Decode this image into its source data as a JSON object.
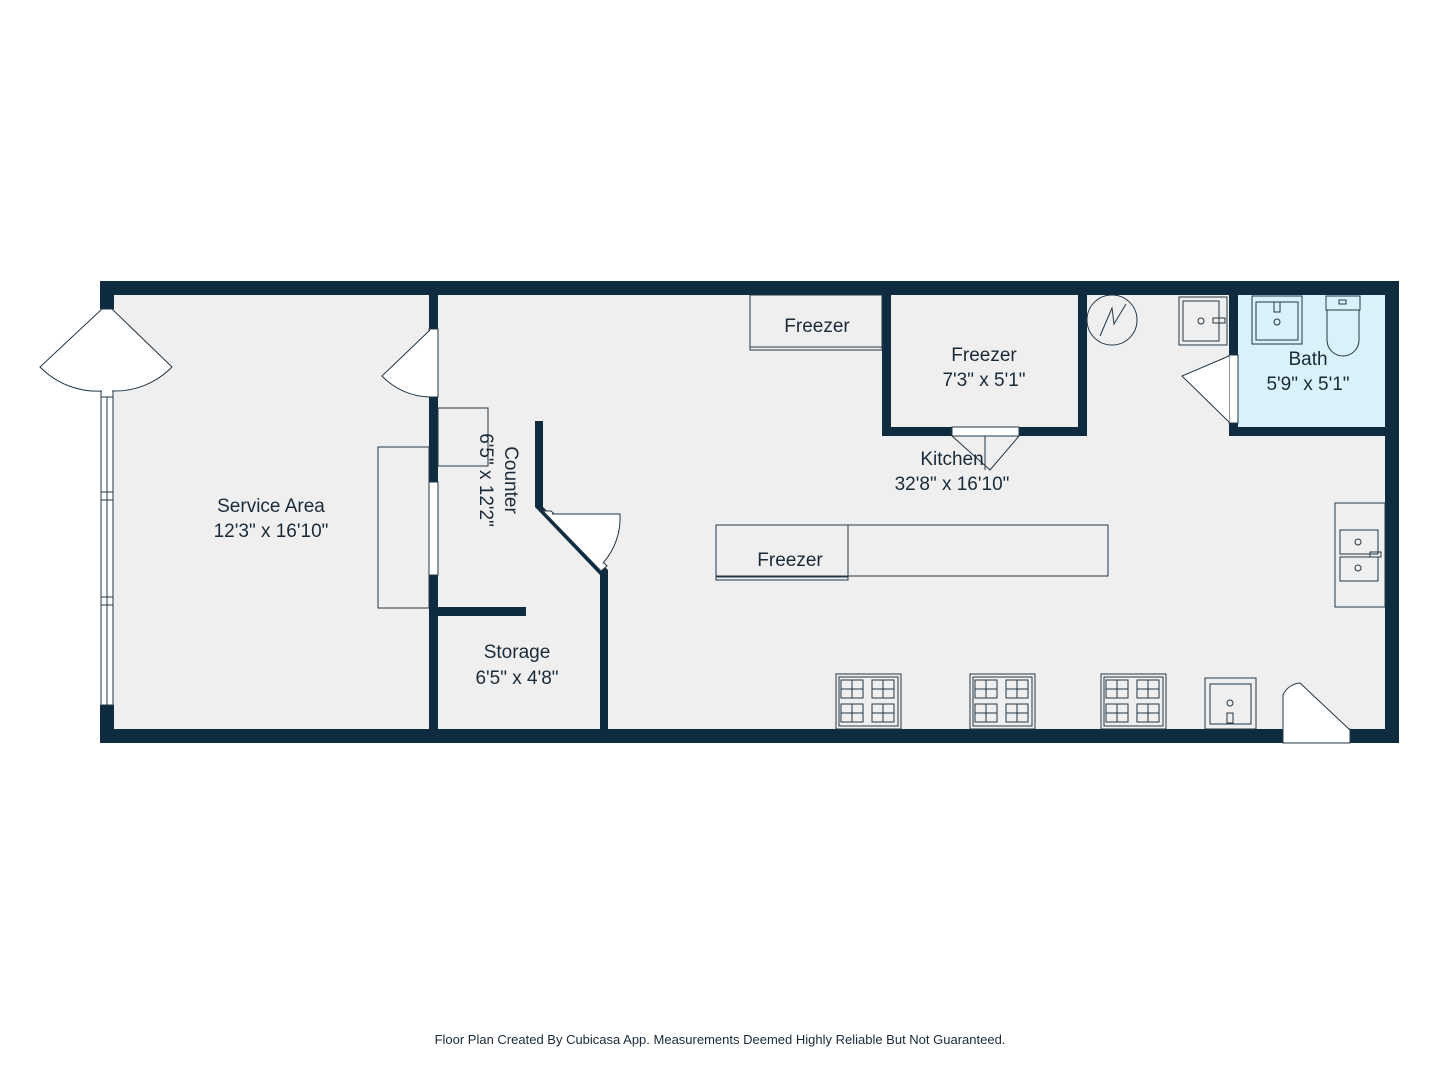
{
  "colors": {
    "wall": "#0e2b40",
    "floor": "#efefef",
    "bath_floor": "#d9f1fb",
    "fixture_line": "#243746"
  },
  "rooms": {
    "service_area": {
      "name": "Service Area",
      "dims": "12'3\" x 16'10\""
    },
    "counter": {
      "name": "Counter",
      "dims": "6'5\" x 12'2\""
    },
    "storage": {
      "name": "Storage",
      "dims": "6'5\" x 4'8\""
    },
    "kitchen": {
      "name": "Kitchen",
      "dims": "32'8\" x 16'10\""
    },
    "freezer_walkin": {
      "name": "Freezer",
      "dims": "7'3\" x 5'1\""
    },
    "bath": {
      "name": "Bath",
      "dims": "5'9\" x 5'1\""
    }
  },
  "fixtures": {
    "freezer_top": "Freezer",
    "freezer_island": "Freezer"
  },
  "footer": {
    "note": "Floor Plan Created By Cubicasa App. Measurements Deemed Highly Reliable But Not Guaranteed."
  }
}
